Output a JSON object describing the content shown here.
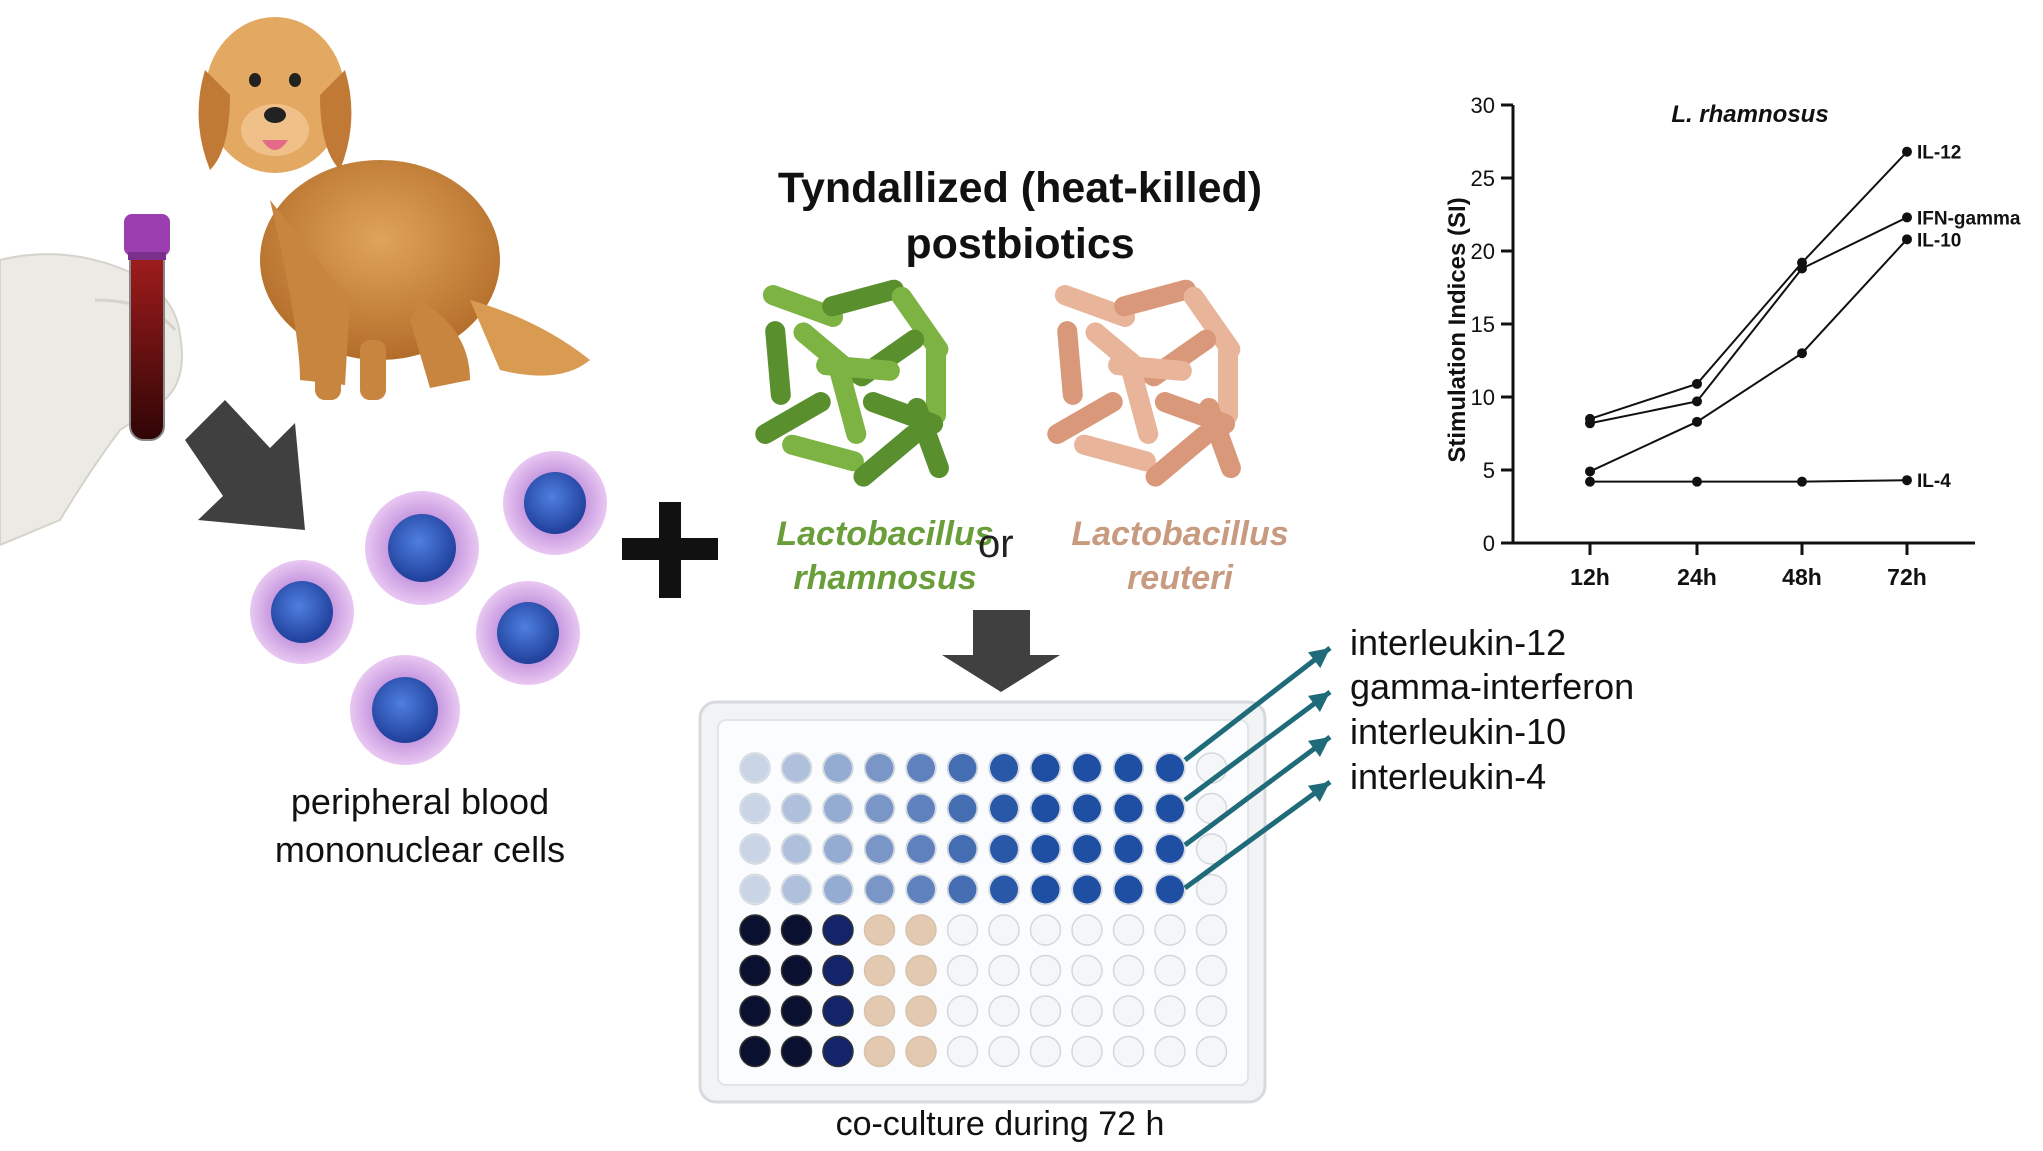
{
  "title": {
    "line1": "Tyndallized (heat-killed)",
    "line2": "postbiotics"
  },
  "bacteria": {
    "left": {
      "line1": "Lactobacillus",
      "line2": "rhamnosus",
      "color": "#6a9e3a",
      "rod_colors": [
        "#7cb342",
        "#5a8f2e"
      ]
    },
    "or_word": "or",
    "right": {
      "line1": "Lactobacillus",
      "line2": "reuteri",
      "color": "#c89a7f",
      "rod_colors": [
        "#e8b49a",
        "#d9987a"
      ]
    }
  },
  "cells_label": {
    "line1": "peripheral blood",
    "line2": "mononuclear cells"
  },
  "coculture_label": "co-culture during 72 h",
  "cytokines": [
    "interleukin-12",
    "gamma-interferon",
    "interleukin-10",
    "interleukin-4"
  ],
  "colors": {
    "arrow_teal": "#1f6b7a",
    "big_arrow": "#404040",
    "well_blue": "#1e4fa3",
    "well_dark": "#0a1030",
    "well_beige": "#e3c9b0"
  },
  "chart_data": {
    "type": "line",
    "title": "L. rhamnosus",
    "ylabel": "Stimulation Indices (SI)",
    "xlabel": "",
    "categories": [
      "12h",
      "24h",
      "48h",
      "72h"
    ],
    "ylim": [
      0,
      30
    ],
    "yticks": [
      0,
      5,
      10,
      15,
      20,
      25,
      30
    ],
    "series": [
      {
        "name": "IL-12",
        "values": [
          8.5,
          10.9,
          19.2,
          26.8
        ]
      },
      {
        "name": "IFN-gamma",
        "values": [
          8.2,
          9.7,
          18.8,
          22.3
        ]
      },
      {
        "name": "IL-10",
        "values": [
          4.9,
          8.3,
          13.0,
          20.8
        ]
      },
      {
        "name": "IL-4",
        "values": [
          4.2,
          4.2,
          4.2,
          4.3
        ]
      }
    ]
  }
}
